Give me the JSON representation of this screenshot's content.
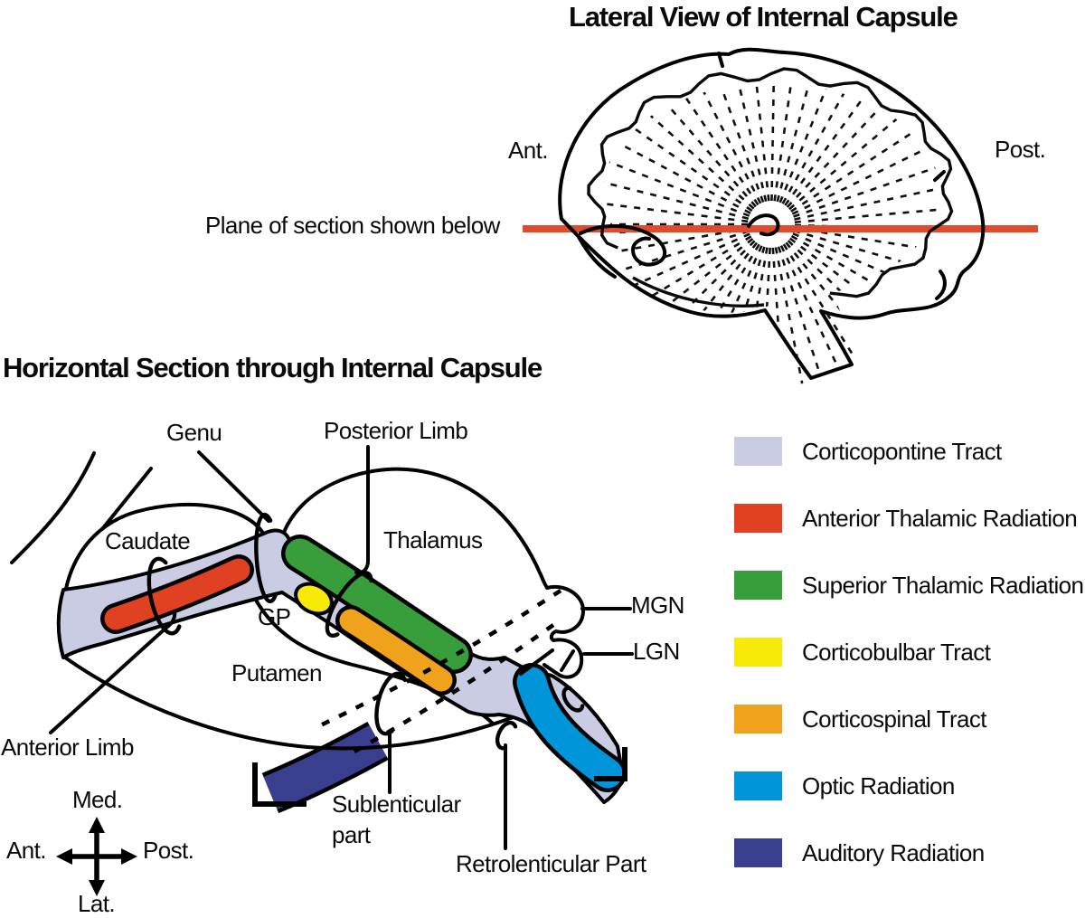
{
  "lateral_view": {
    "title": "Lateral View of Internal Capsule",
    "anterior_label": "Ant.",
    "posterior_label": "Post.",
    "plane_caption": "Plane of section shown below"
  },
  "horizontal_section": {
    "title": "Horizontal Section through Internal Capsule",
    "labels": {
      "genu": "Genu",
      "posterior_limb": "Posterior Limb",
      "caudate": "Caudate",
      "thalamus": "Thalamus",
      "gp": "GP",
      "putamen": "Putamen",
      "mgn": "MGN",
      "lgn": "LGN",
      "anterior_limb": "Anterior Limb",
      "sublenticular_line1": "Sublenticular",
      "sublenticular_line2": "part",
      "retrolenticular": "Retrolenticular Part"
    },
    "compass": {
      "up": "Med.",
      "left": "Ant.",
      "right": "Post.",
      "down": "Lat."
    }
  },
  "legend": {
    "items": [
      {
        "label": "Corticopontine Tract",
        "color": "#cacce4"
      },
      {
        "label": "Anterior Thalamic Radiation",
        "color": "#e04123"
      },
      {
        "label": "Superior Thalamic Radiation",
        "color": "#389e3c"
      },
      {
        "label": "Corticobulbar Tract",
        "color": "#f7e908"
      },
      {
        "label": "Corticospinal Tract",
        "color": "#f0a21d"
      },
      {
        "label": "Optic Radiation",
        "color": "#0094d8"
      },
      {
        "label": "Auditory Radiation",
        "color": "#3a3e8e"
      }
    ]
  },
  "colors": {
    "tract_lavender": "#cacce4",
    "tract_red": "#e04123",
    "tract_green": "#389e3c",
    "tract_yellow": "#f7e908",
    "tract_orange": "#f0a21d",
    "tract_blue": "#0094d8",
    "tract_navy": "#3a3e8e",
    "outline": "#000000",
    "section_plane": "#e04b2b"
  }
}
